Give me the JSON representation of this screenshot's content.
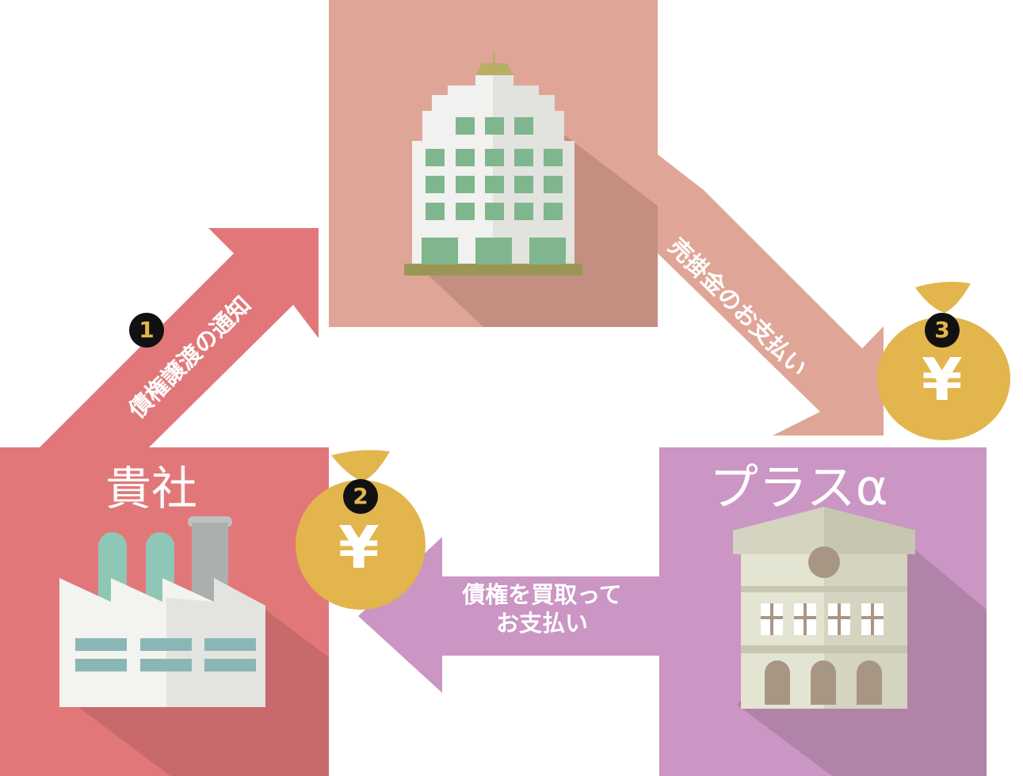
{
  "company_box": {
    "title": "貴社",
    "color": "#e2777a",
    "shadow": "#c86a6b"
  },
  "customer_box": {
    "color": "#dfa697",
    "shadow": "#c48f81"
  },
  "plus_box": {
    "title": "プラスα",
    "color": "#cb95c4",
    "shadow": "#b283a8"
  },
  "arrows": {
    "notice": {
      "label": "債権譲渡の通知",
      "color": "#e2777a"
    },
    "payment_receivable": {
      "label": "売掛金のお支払い",
      "color": "#dfa697"
    },
    "purchase_payment": {
      "line1": "債権を買取って",
      "line2": "お支払い",
      "color": "#cb95c4"
    }
  },
  "steps": {
    "step1": "1",
    "step2": "2",
    "step3": "3"
  },
  "money_bag": {
    "symbol": "¥",
    "color": "#e2b54d"
  }
}
